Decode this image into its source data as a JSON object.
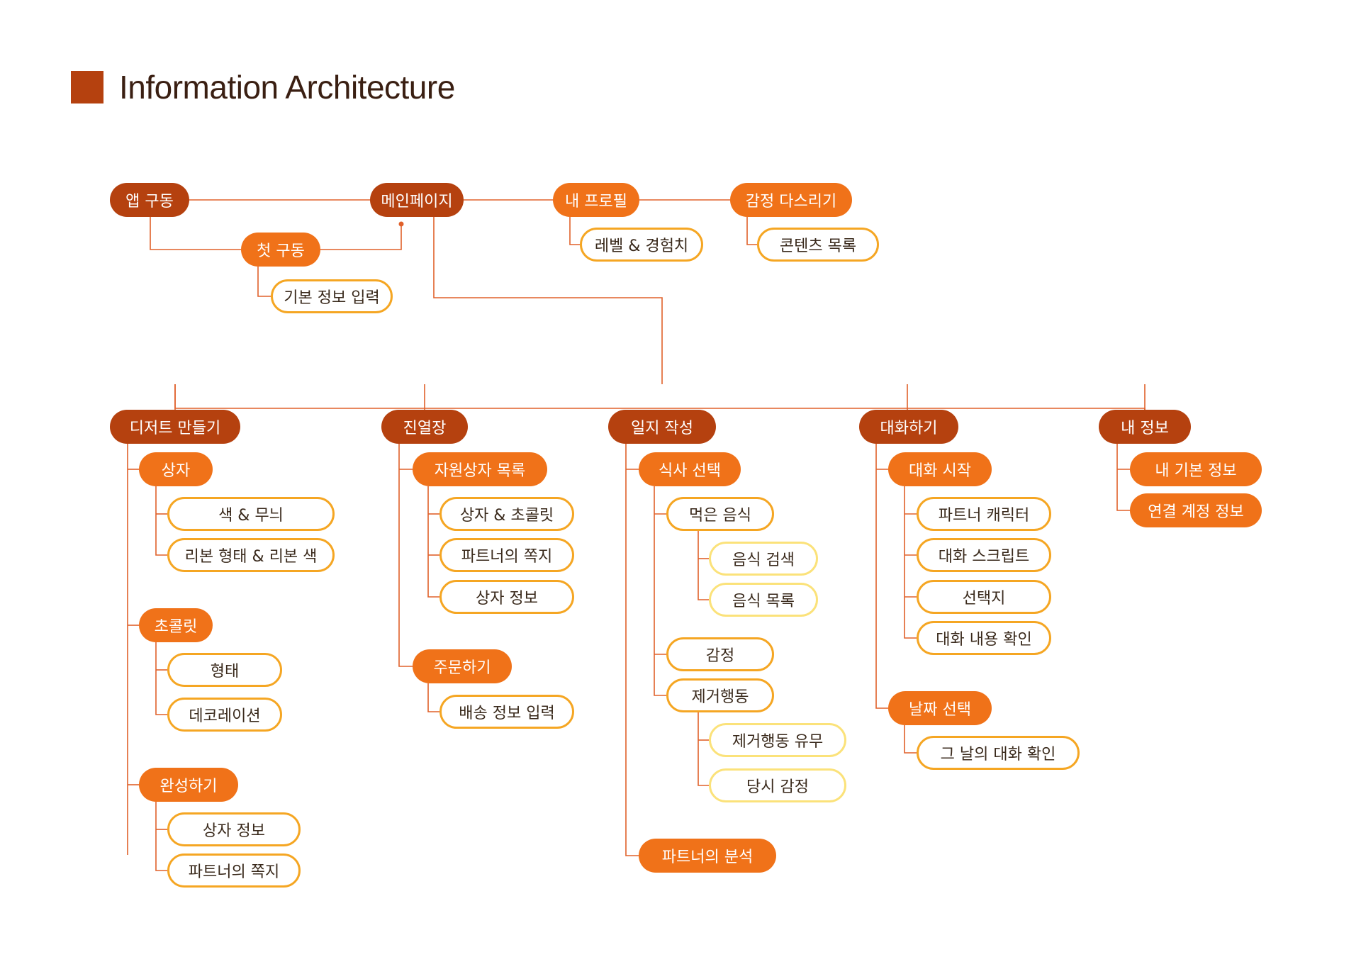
{
  "title": "Information Architecture",
  "colors": {
    "dark_node": "#b5410f",
    "orange_node": "#f07219",
    "outline_border": "#f5a623",
    "yellow_border": "#fbe27a",
    "connector": "#e0602a"
  },
  "nodes": {
    "app_launch": "앱 구동",
    "main_page": "메인페이지",
    "my_profile": "내 프로필",
    "emotion_care": "감정 다스리기",
    "first_launch": "첫 구동",
    "basic_info_input": "기본 정보 입력",
    "level_exp": "레벨 & 경험치",
    "contents_list": "콘텐츠 목록",
    "dessert_make": "디저트 만들기",
    "display_stand": "진열장",
    "diary_write": "일지 작성",
    "conversation": "대화하기",
    "my_info": "내 정보",
    "box": "상자",
    "color_pattern": "색 & 무늬",
    "ribbon_shape_color": "리본 형태 & 리본 색",
    "chocolate": "초콜릿",
    "shape": "형태",
    "decoration": "데코레이션",
    "complete": "완성하기",
    "box_info_1": "상자 정보",
    "partner_note_1": "파트너의 쪽지",
    "resource_box_list": "자원상자 목록",
    "box_chocolate": "상자 & 초콜릿",
    "partner_note_2": "파트너의 쪽지",
    "box_info_2": "상자 정보",
    "order": "주문하기",
    "shipping_info_input": "배송 정보 입력",
    "meal_select": "식사 선택",
    "eaten_food": "먹은 음식",
    "food_search": "음식 검색",
    "food_list": "음식 목록",
    "emotion": "감정",
    "purge_behavior": "제거행동",
    "purge_yes_no": "제거행동 유무",
    "emotion_at_time": "당시 감정",
    "partner_analysis": "파트너의 분석",
    "start_conversation": "대화 시작",
    "partner_character": "파트너 캐릭터",
    "conversation_script": "대화 스크립트",
    "choices": "선택지",
    "conversation_check": "대화 내용 확인",
    "date_select": "날짜 선택",
    "day_conversation_check": "그 날의 대화 확인",
    "my_basic_info": "내 기본 정보",
    "linked_account_info": "연결 계정 정보"
  }
}
